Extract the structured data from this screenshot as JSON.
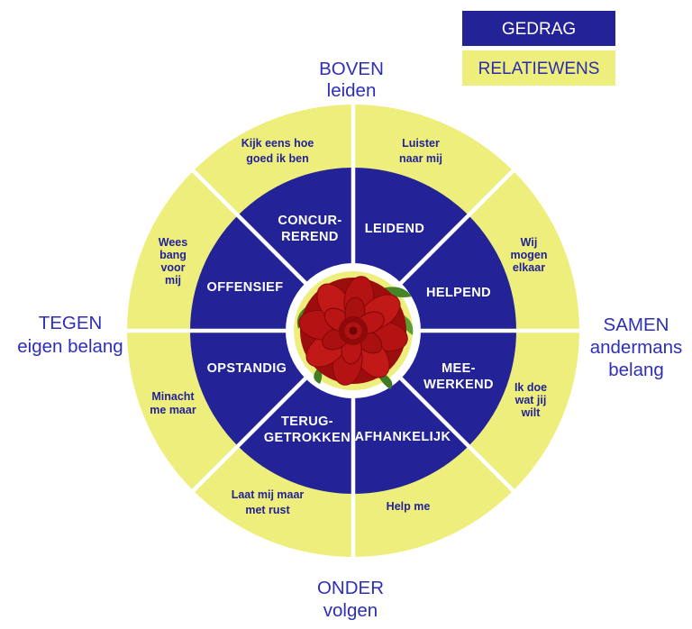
{
  "colors": {
    "navy": "#232296",
    "yellow": "#EDEE7C",
    "label_blue": "#2E2EB8",
    "white": "#FFFFFF",
    "rose_red": "#B51313",
    "leaf_green": "#4A8A28"
  },
  "legend": {
    "gedrag_label": "GEDRAG",
    "relatiewens_label": "RELATIEWENS"
  },
  "axis_labels": {
    "top": {
      "lines": [
        "BOVEN",
        "leiden"
      ]
    },
    "right": {
      "lines": [
        "SAMEN",
        "andermans",
        "belang"
      ]
    },
    "bottom": {
      "lines": [
        "ONDER",
        "volgen"
      ]
    },
    "left": {
      "lines": [
        "TEGEN",
        "eigen belang"
      ]
    }
  },
  "behavior_ring": {
    "concurrerend": {
      "lines": [
        "CONCUR-",
        "REREND"
      ]
    },
    "leidend": {
      "lines": [
        "LEIDEND"
      ]
    },
    "helpend": {
      "lines": [
        "HELPEND"
      ]
    },
    "meewerkend": {
      "lines": [
        "MEE-",
        "WERKEND"
      ]
    },
    "afhankelijk": {
      "lines": [
        "AFHANKELIJK"
      ]
    },
    "teruggetrokken": {
      "lines": [
        "TERUG-",
        "GETROKKEN"
      ]
    },
    "opstandig": {
      "lines": [
        "OPSTANDIG"
      ]
    },
    "offensief": {
      "lines": [
        "OFFENSIEF"
      ]
    }
  },
  "wish_ring": {
    "kijk": {
      "lines": [
        "Kijk eens hoe",
        "goed ik ben"
      ]
    },
    "luister": {
      "lines": [
        "Luister",
        "naar mij"
      ]
    },
    "wij": {
      "lines": [
        "Wij",
        "mogen",
        "elkaar"
      ]
    },
    "ik_doe": {
      "lines": [
        "Ik doe",
        "wat jij",
        "wilt"
      ]
    },
    "help": {
      "lines": [
        "Help me"
      ]
    },
    "laat": {
      "lines": [
        "Laat mij maar",
        "met rust"
      ]
    },
    "minacht": {
      "lines": [
        "Minacht",
        "me maar"
      ]
    },
    "wees": {
      "lines": [
        "Wees",
        "bang",
        "voor",
        "mij"
      ]
    }
  }
}
